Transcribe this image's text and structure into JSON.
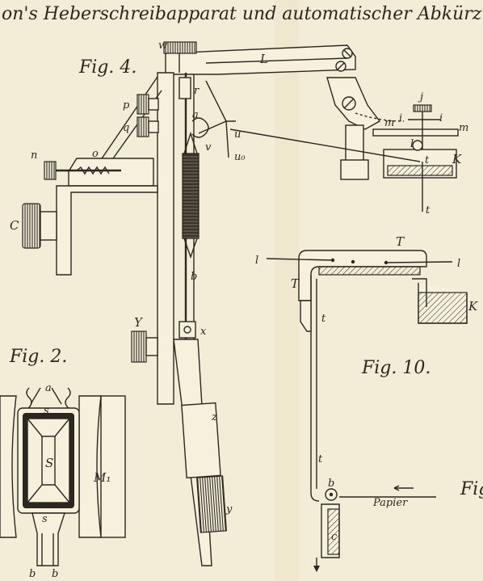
{
  "title": "on's Heberschreibapparat und automatischer Abkürzun",
  "fig4": {
    "caption": "Fig. 4.",
    "labels": {
      "w": "w",
      "L": "L",
      "r": "r",
      "p": "p",
      "q": "q",
      "a": "a",
      "v": "v",
      "u": "u",
      "uo": "u₀",
      "n": "n",
      "o": "o",
      "j": "j",
      "i1": "i",
      "m1": "m",
      "i2": "i",
      "m2": "m",
      "l": "l",
      "t1": "t",
      "K": "K",
      "t2": "t",
      "C": "C",
      "b": "b",
      "Y": "Y",
      "x": "x",
      "z": "z",
      "y": "y"
    }
  },
  "fig2": {
    "caption": "Fig. 2.",
    "labels": {
      "a": "a",
      "s1": "s",
      "S": "S",
      "M": "M₁",
      "s2": "s",
      "b1": "b",
      "b2": "b"
    }
  },
  "fig10": {
    "caption": "Fig. 10.",
    "labels": {
      "T1": "T",
      "l1": "l",
      "l2": "l",
      "T2": "T",
      "K": "K",
      "t1": "t",
      "t2": "t",
      "b": "b",
      "papier": "Papier",
      "c": "c"
    }
  },
  "edge": {
    "partial_caption": "Fig"
  }
}
